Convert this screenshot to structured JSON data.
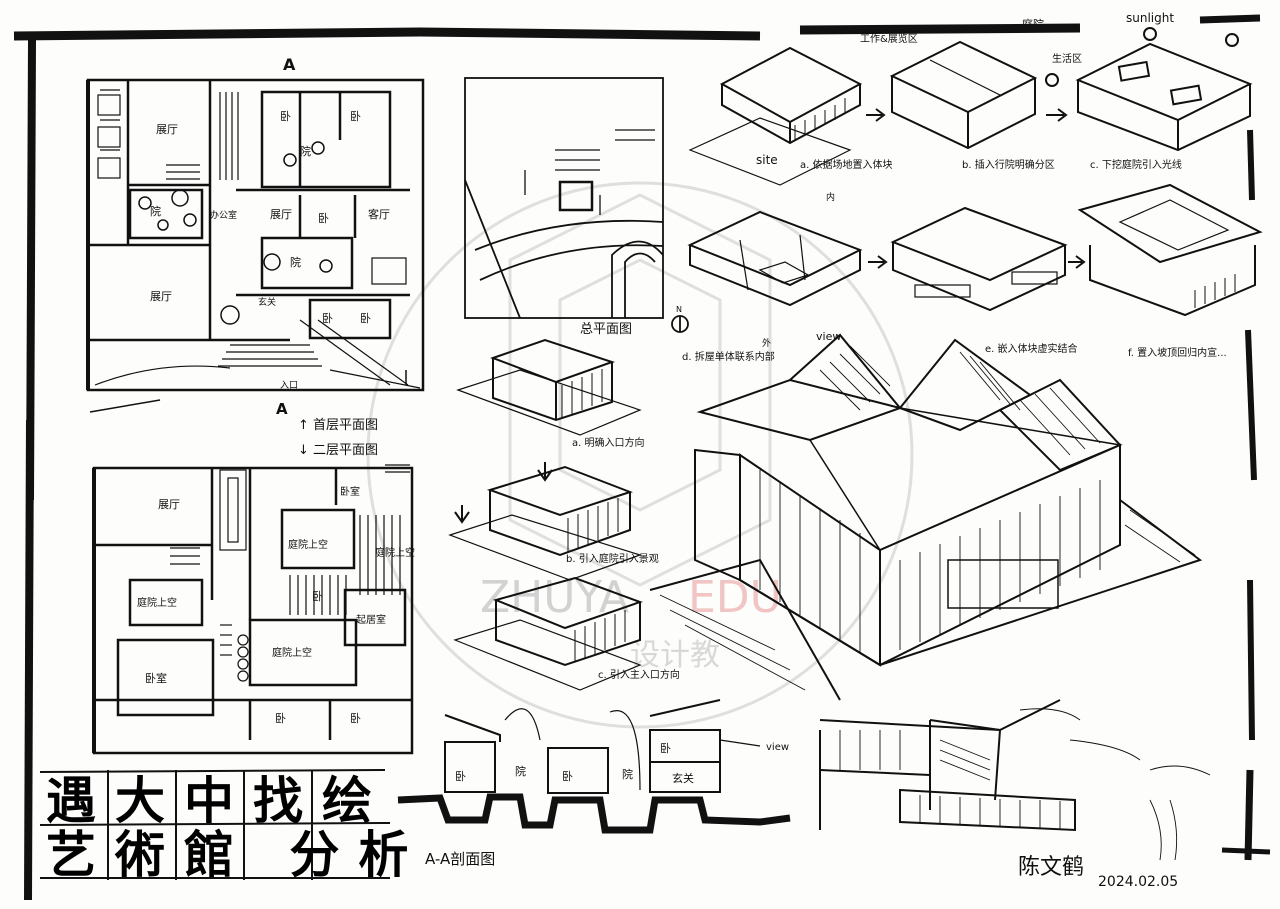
{
  "sheet": {
    "title_line1": "遇大中找绘",
    "title_line2": "艺術館 分析",
    "signature": "陈文鹤",
    "date": "2024.02.05",
    "watermark_en_1": "ZHUYA",
    "watermark_en_2": "EDU",
    "watermark_cn": "设计教"
  },
  "plans": {
    "section_marker": "A",
    "section_marker_bottom": "A",
    "entrance_label": "入口",
    "legend_ground": "↑ 首层平面图",
    "legend_second": "↓ 二层平面图",
    "ground_rooms": [
      "展厅",
      "卧",
      "卧",
      "院",
      "院",
      "办公室",
      "展厅",
      "客厅",
      "卧",
      "展厅",
      "院",
      "卧",
      "玄关",
      "卧"
    ],
    "second_rooms": [
      "展厅",
      "庭院上空",
      "卧室",
      "庭院上空",
      "庭院上空",
      "卧",
      "起居室",
      "卧室",
      "庭院上空",
      "卧",
      "卧"
    ]
  },
  "site_plan": {
    "label": "总平面图",
    "north": "N"
  },
  "diagrams_top": {
    "label_a": "a. 依据场地置入体块",
    "label_b": "b. 插入行院明确分区",
    "label_c": "c. 下挖庭院引入光线",
    "label_d": "d. 拆屋单体联系内部",
    "label_e": "e. 嵌入体块虚实结合",
    "label_f": "f. 置入坡顶回归内宣...",
    "tag_work": "工作&展览区",
    "tag_yard": "庭院",
    "tag_live": "生活区",
    "tag_sunlight": "sunlight",
    "tag_site": "site",
    "tag_view": "view",
    "tag_inner": "内",
    "tag_outer": "外"
  },
  "diagrams_left": {
    "label_a": "a. 明确入口方向",
    "label_b": "b. 引入庭院引入景观",
    "label_c": "c. 引入主入口方向"
  },
  "section": {
    "label": "A-A剖面图",
    "view": "view",
    "rooms": [
      "卧",
      "院",
      "卧",
      "卧",
      "院",
      "玄关"
    ]
  }
}
